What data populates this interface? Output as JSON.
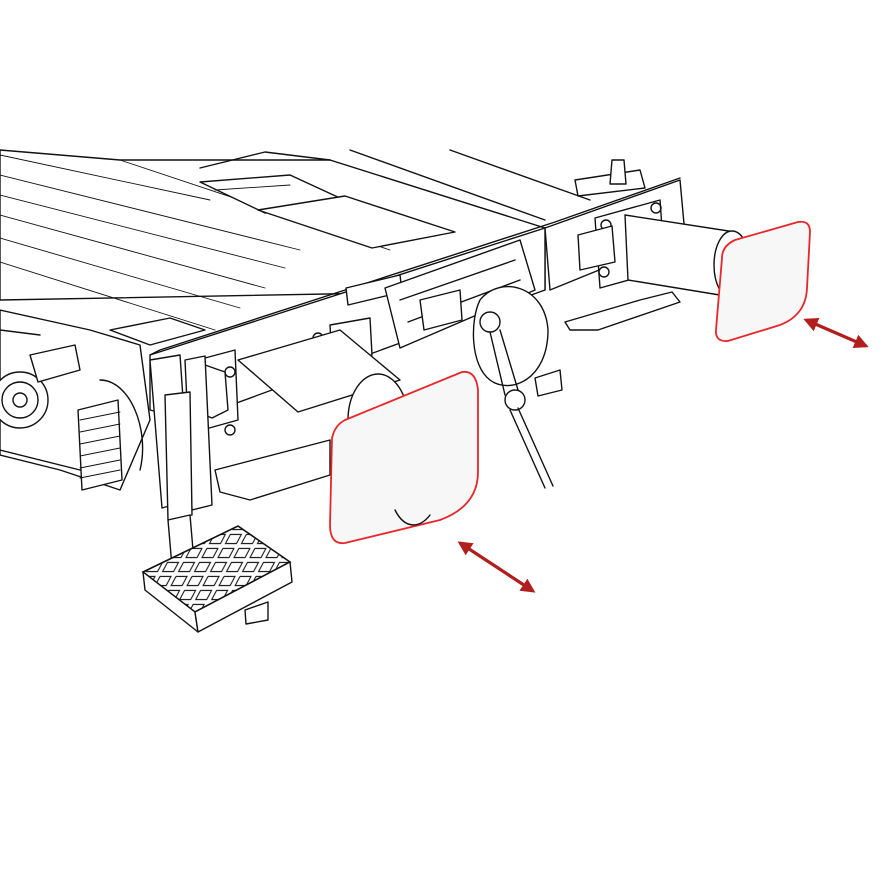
{
  "colors": {
    "background": "#ffffff",
    "line": "#111111",
    "buffer_pad_fill": "#f7f7f7",
    "highlight": "#e8262a",
    "arrow": "#b01e1e"
  },
  "figure": {
    "subject": "railway-wagon-end-with-buffers",
    "highlighted_parts": [
      "left-buffer-pad",
      "right-buffer-pad"
    ],
    "arrows": [
      "left-buffer-motion-arrow",
      "right-buffer-motion-arrow"
    ]
  }
}
